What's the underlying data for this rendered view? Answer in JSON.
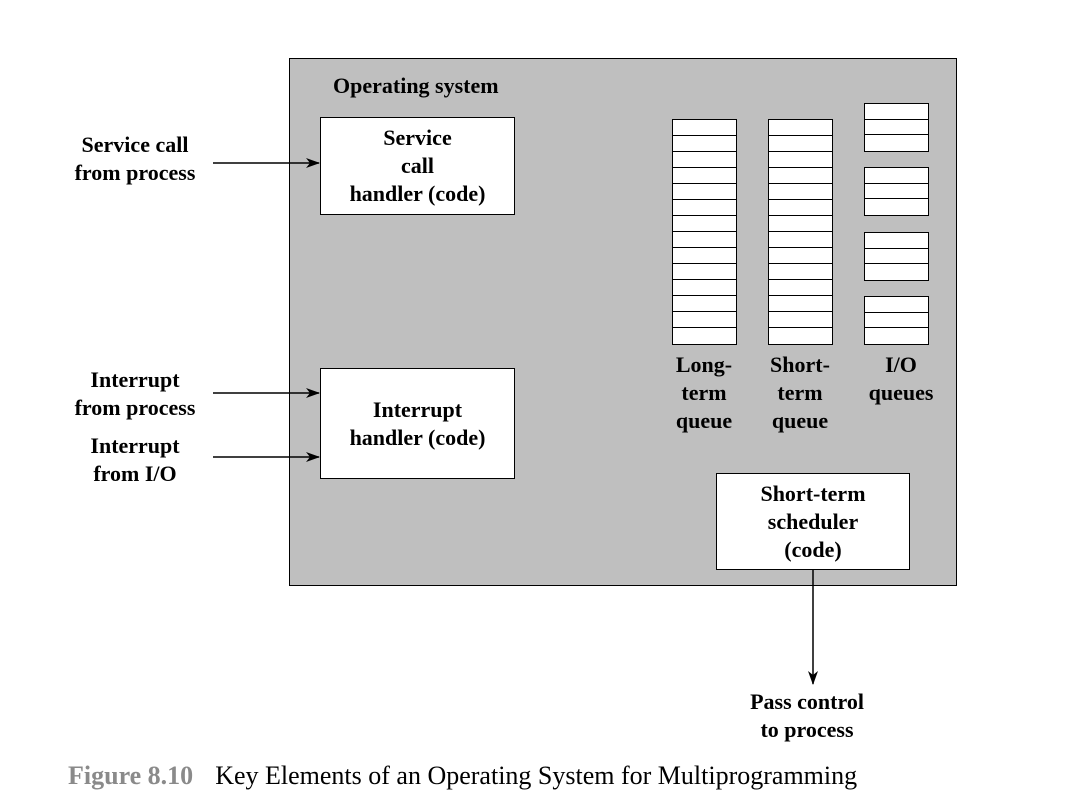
{
  "diagram": {
    "os_title": "Operating system",
    "service_call_handler": "Service\ncall\nhandler (code)",
    "interrupt_handler": "Interrupt\nhandler (code)",
    "scheduler": "Short-term\nscheduler\n(code)",
    "inputs": {
      "service_call": "Service call\nfrom process",
      "interrupt_process": "Interrupt\nfrom process",
      "interrupt_io": "Interrupt\nfrom I/O"
    },
    "queues": {
      "long_term": "Long-\nterm\nqueue",
      "short_term": "Short-\nterm\nqueue",
      "io": "I/O\nqueues"
    },
    "output": "Pass control\nto process"
  },
  "caption": {
    "figure_number": "Figure 8.10",
    "text": "Key Elements of an Operating System for Multiprogramming"
  }
}
